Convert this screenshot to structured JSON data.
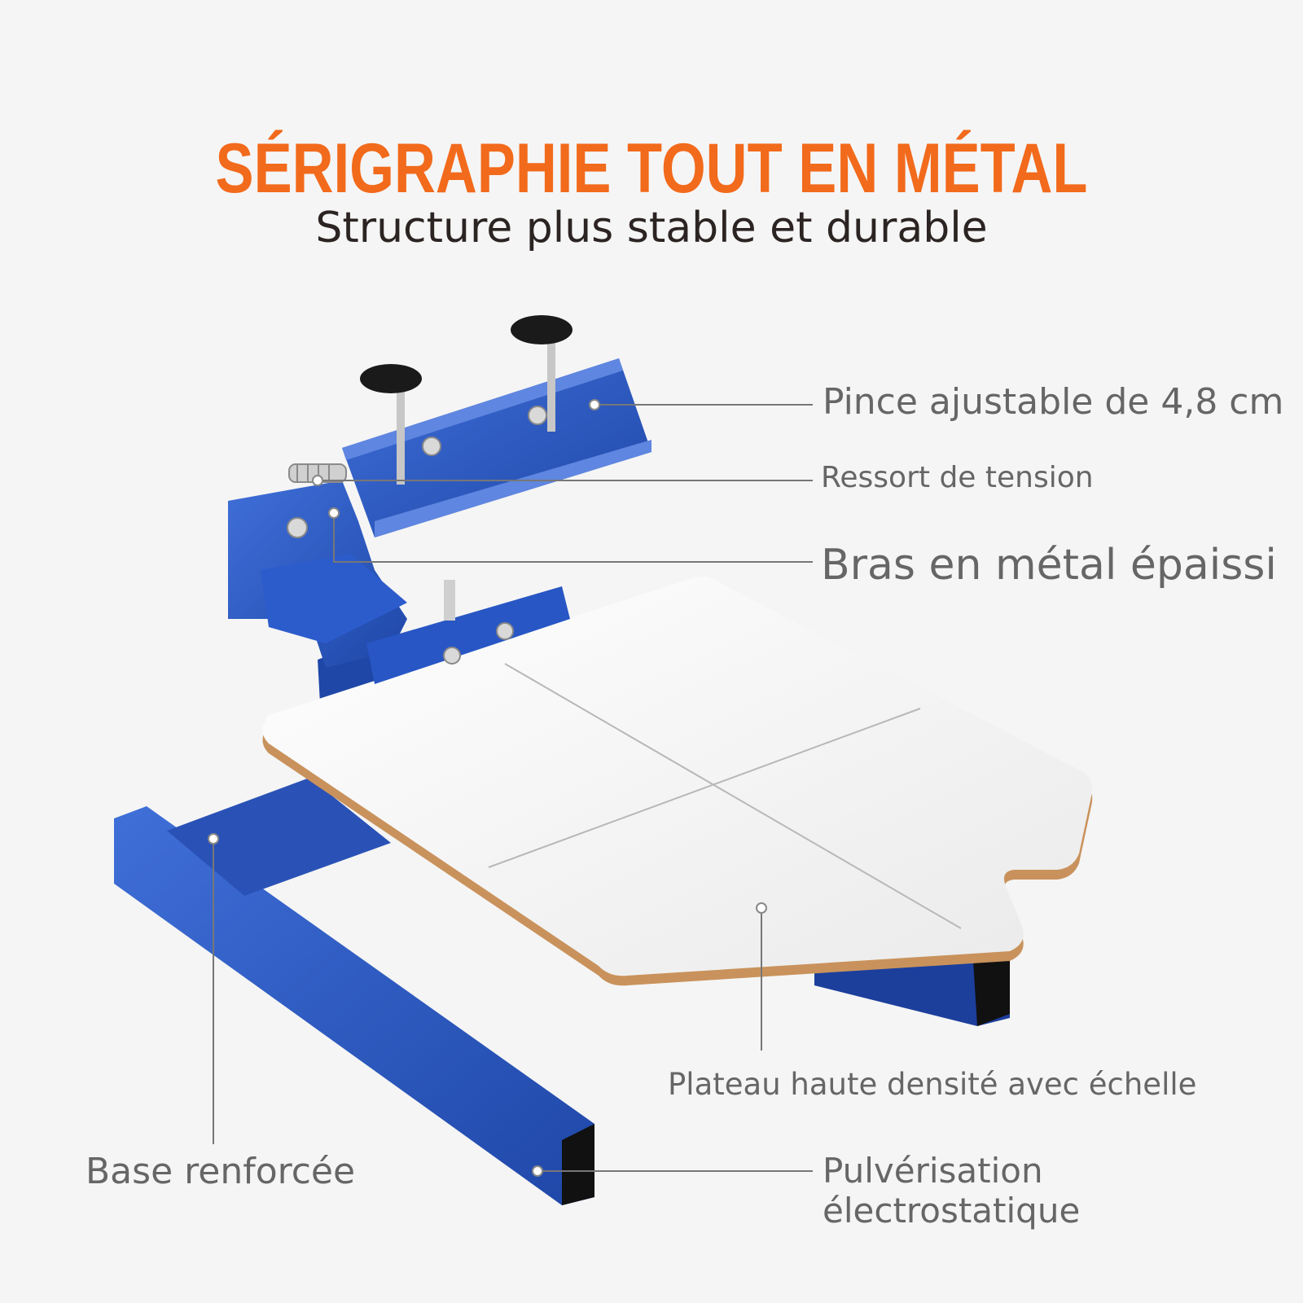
{
  "headline": "SÉRIGRAPHIE TOUT EN MÉTAL",
  "subheadline": "Structure plus stable et durable",
  "callouts": {
    "clamp": "Pince ajustable de 4,8 cm",
    "spring": "Ressort de tension",
    "arm": "Bras en métal épaissi",
    "platen": "Plateau haute densité avec échelle",
    "base": "Base renforcée",
    "coating_line1": "Pulvérisation",
    "coating_line2": "électrostatique"
  },
  "colors": {
    "headline": "#f26a1b",
    "frame_blue": "#2b56c0",
    "platen_white": "#f4f4f4",
    "platen_edge": "#c9925c",
    "label_text": "#666666"
  }
}
